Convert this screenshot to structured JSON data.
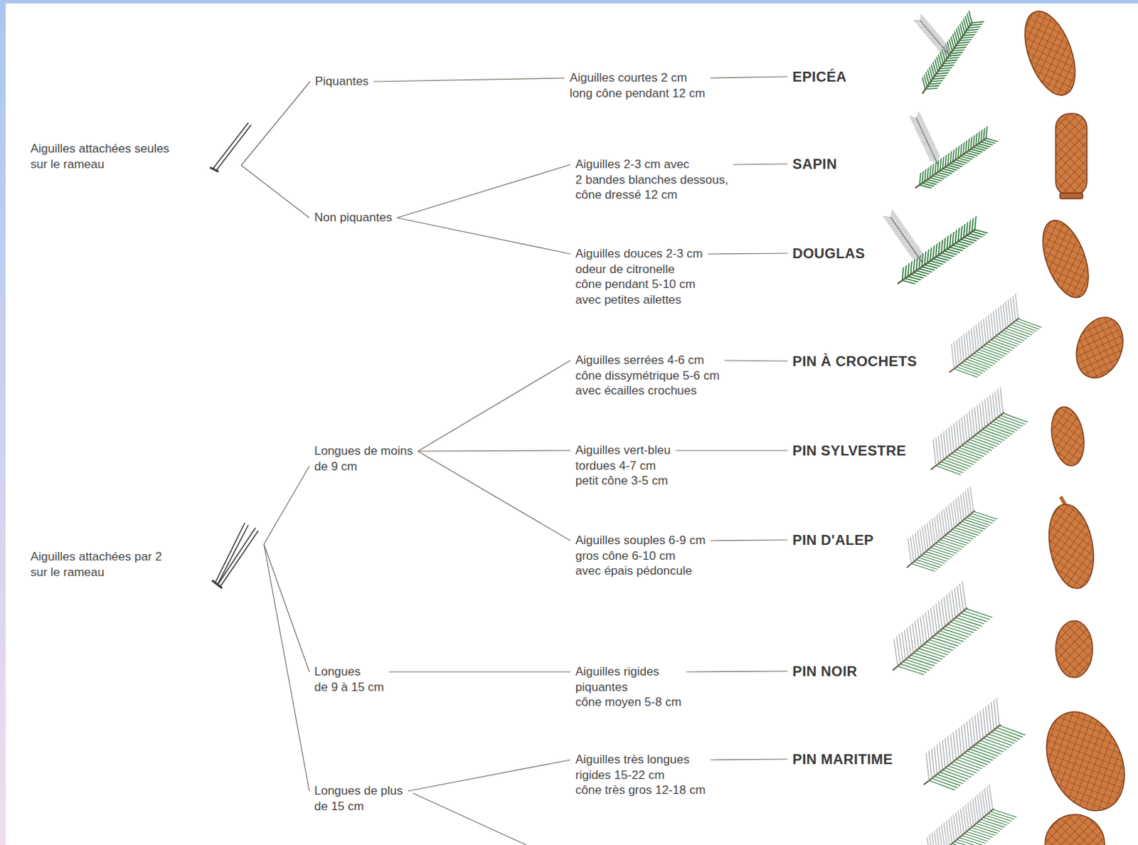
{
  "diagram": {
    "nodes": [
      {
        "text": [
          "Aiguilles attachées seules sur le rameau"
        ]
      },
      {
        "text": [
          "Piquantes"
        ]
      },
      {
        "text": [
          "Aiguilles courtes 2 cm long cône pendant 12 cm"
        ]
      },
      {
        "text": [
          "EPICÉA"
        ]
      },
      {
        "text": [
          "Non piquantes"
        ]
      },
      {
        "text": [
          "Aiguilles 2-3 cm avec 2 bandes blanches dessous, cône dressé 12 cm"
        ]
      },
      {
        "text": [
          "SAPIN"
        ]
      },
      {
        "text": [
          "Aiguilles douces 2-3 cm odeur de citronelle cône pendant 5-10 cm avec petites ailettes"
        ]
      },
      {
        "text": [
          "DOUGLAS"
        ]
      },
      {
        "text": [
          "Aiguilles attachées par 2 sur le rameau"
        ]
      },
      {
        "text": [
          "Longues de moins de 9 cm"
        ]
      },
      {
        "text": [
          "Aiguilles serrées 4-6 cm cône dissymétrique 5-6 cm avec écailles crochues"
        ]
      },
      {
        "text": [
          "PIN À CROCHETS"
        ]
      },
      {
        "text": [
          "Aiguilles vert-bleu tordues 4-7 cm petit cône 3-5 cm"
        ]
      },
      {
        "text": [
          "PIN SYLVESTRE"
        ]
      },
      {
        "text": [
          "Aiguilles souples 6-9 cm gros cône 6-10 cm avec épais pédoncule"
        ]
      },
      {
        "text": [
          "PIN D'ALEP"
        ]
      },
      {
        "text": [
          "Longues de 9 à 15 cm"
        ]
      },
      {
        "text": [
          "Aiguilles rigides piquantes cône moyen 5-8 cm"
        ]
      },
      {
        "text": [
          "PIN NOIR"
        ]
      },
      {
        "text": [
          "Longues de plus de 15 cm"
        ]
      },
      {
        "text": [
          "Aiguilles très longues rigides 15-22 cm cône très gros 12-18 cm"
        ]
      },
      {
        "text": [
          "PIN MARITIME"
        ]
      }
    ],
    "edges": [
      {
        "from": 0,
        "to": 1,
        "arrow": "none"
      },
      {
        "from": 0,
        "to": 4,
        "arrow": "none"
      },
      {
        "from": 1,
        "to": 2,
        "arrow": "none"
      },
      {
        "from": 2,
        "to": 3,
        "arrow": "none"
      },
      {
        "from": 4,
        "to": 5,
        "arrow": "none"
      },
      {
        "from": 4,
        "to": 7,
        "arrow": "none"
      },
      {
        "from": 5,
        "to": 6,
        "arrow": "none"
      },
      {
        "from": 7,
        "to": 8,
        "arrow": "none"
      },
      {
        "from": 9,
        "to": 10,
        "arrow": "none"
      },
      {
        "from": 9,
        "to": 17,
        "arrow": "none"
      },
      {
        "from": 9,
        "to": 20,
        "arrow": "none"
      },
      {
        "from": 10,
        "to": 11,
        "arrow": "none"
      },
      {
        "from": 10,
        "to": 13,
        "arrow": "none"
      },
      {
        "from": 10,
        "to": 15,
        "arrow": "none"
      },
      {
        "from": 11,
        "to": 12,
        "arrow": "none"
      },
      {
        "from": 13,
        "to": 14,
        "arrow": "none"
      },
      {
        "from": 15,
        "to": 16,
        "arrow": "none"
      },
      {
        "from": 17,
        "to": 18,
        "arrow": "none"
      },
      {
        "from": 18,
        "to": 19,
        "arrow": "none"
      },
      {
        "from": 20,
        "to": 21,
        "arrow": "none"
      },
      {
        "from": 21,
        "to": 22,
        "arrow": "none"
      }
    ]
  }
}
